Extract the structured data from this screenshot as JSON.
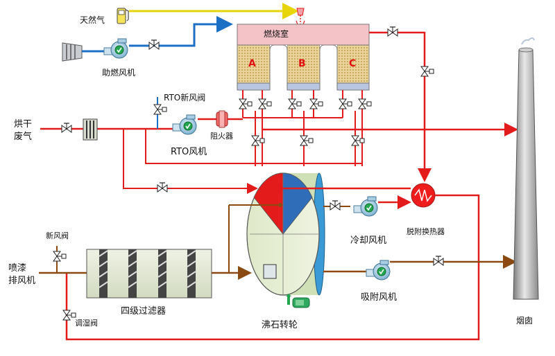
{
  "colors": {
    "flue_gas": "#e31b1b",
    "natural_gas": "#f2e80a",
    "combustion_air": "#1b6fc4",
    "process_air": "#8a4a12",
    "chamber_fill": "#f4c3c8",
    "ceramic_bed": "#e6cf8e"
  },
  "labels": {
    "natural_gas": "天然气",
    "combustion_fan": "助燃风机",
    "combustion_chamber": "燃烧室",
    "bed_a": "A",
    "bed_b": "B",
    "bed_c": "C",
    "rto_fresh_air_valve": "RTO新风阀",
    "drying_exhaust_1": "烘干",
    "drying_exhaust_2": "废气",
    "rto_fan": "RTO风机",
    "flame_arrester": "阻火器",
    "fresh_air_valve": "新风阀",
    "spray_exhaust_fan_1": "喷漆",
    "spray_exhaust_fan_2": "排风机",
    "humidity_valve": "调湿阀",
    "filter": "四级过滤器",
    "zeolite_rotor": "沸石转轮",
    "cooling_fan": "冷却风机",
    "desorption_hx": "脱附换热器",
    "adsorption_fan": "吸附风机",
    "chimney": "烟囱"
  },
  "icons": {
    "gas_pump": "gas-pump-icon",
    "fan": "fan-icon",
    "valve": "valve-icon",
    "heat_exchanger": "heat-exchanger-icon",
    "motor": "motor-icon"
  }
}
